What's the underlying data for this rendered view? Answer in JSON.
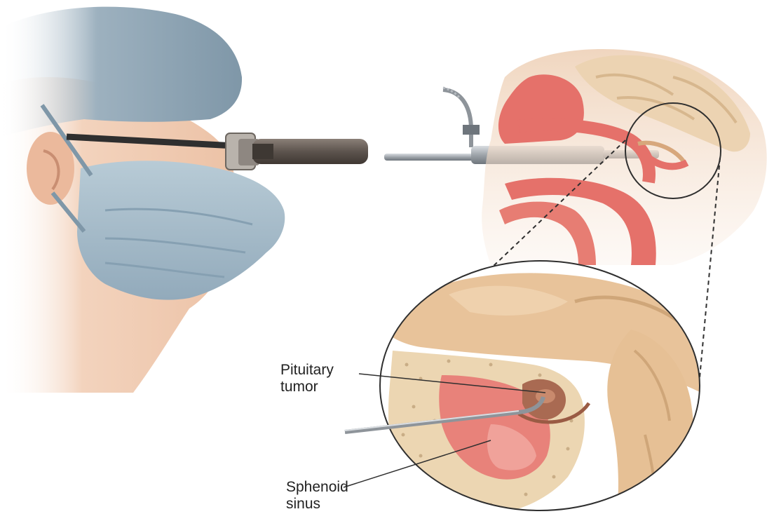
{
  "labels": {
    "pituitary_tumor": {
      "line1": "Pituitary",
      "line2": "tumor"
    },
    "sphenoid_sinus": {
      "line1": "Sphenoid",
      "line2": "sinus"
    }
  },
  "colors": {
    "cap": "#8fa6b4",
    "mask": "#a7bcc8",
    "skin": "#f0c9b0",
    "bone": "#ecd6b2",
    "brain": "#e4bf92",
    "airway": "#e57068",
    "tumor": "#b07058",
    "instrument": "#9aa0a6"
  }
}
